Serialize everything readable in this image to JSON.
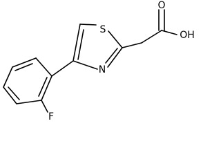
{
  "molecule": {
    "atoms": {
      "sulfur": "S",
      "nitrogen": "N",
      "fluorine": "F",
      "hydroxyl": "OH",
      "carbonyl_oxygen": "O"
    }
  }
}
